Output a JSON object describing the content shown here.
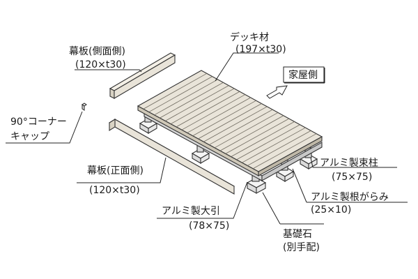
{
  "diagram": {
    "title": "",
    "labels": {
      "deck_board": {
        "name": "デッキ材",
        "size": "(197×t30)"
      },
      "side_skirt": {
        "name": "幕板(側面側)",
        "size": "(120×t30)"
      },
      "corner_cap": {
        "name": "90°コーナー",
        "name2": "キャップ"
      },
      "front_skirt": {
        "name": "幕板(正面側)",
        "size": "(120×t30)"
      },
      "house_side": {
        "name": "家屋側"
      },
      "post": {
        "name": "アルミ製束柱",
        "size": "(75×75)"
      },
      "brace": {
        "name": "アルミ製根がらみ",
        "size": "(25×10)"
      },
      "beam": {
        "name": "アルミ製大引",
        "size": "(78×75)"
      },
      "foundation": {
        "name": "基礎石",
        "note": "(別手配)"
      }
    },
    "colors": {
      "line": "#222222",
      "board_fill": "#e9e4d9",
      "board_dark": "#cfc8b8",
      "metal": "#d6d6d6",
      "stone": "#ececec",
      "panel_fill": "#f1ede4"
    }
  }
}
